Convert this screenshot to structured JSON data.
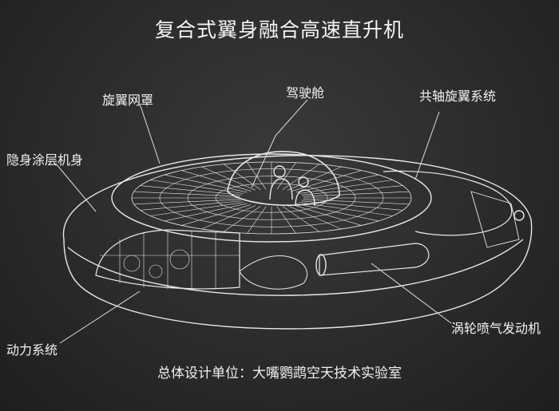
{
  "title": "复合式翼身融合高速直升机",
  "labels": {
    "rotor_shroud": "旋翼网罩",
    "cockpit": "驾驶舱",
    "coaxial_rotor": "共轴旋翼系统",
    "stealth_fuselage": "隐身涂层机身",
    "power_system": "动力系统",
    "turbojet": "涡轮喷气发动机"
  },
  "footer": "总体设计单位：大嘴鹦鹉空天技术实验室"
}
